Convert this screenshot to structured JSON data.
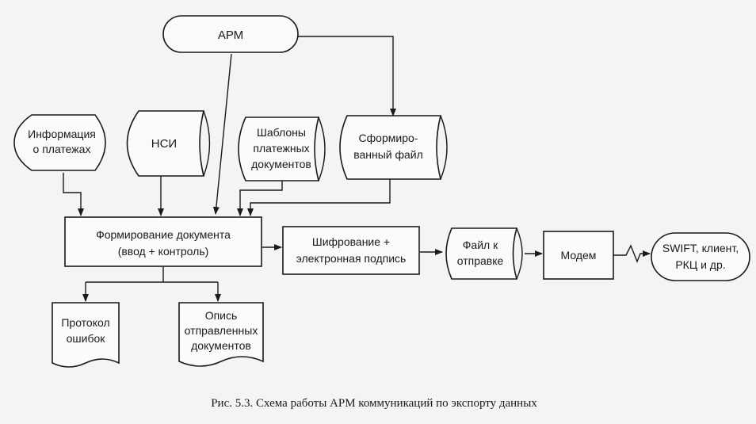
{
  "diagram": {
    "nodes": {
      "arm": {
        "lines": [
          "АРМ"
        ]
      },
      "payment_info": {
        "lines": [
          "Информация",
          "о платежах"
        ]
      },
      "nsi": {
        "lines": [
          "НСИ"
        ]
      },
      "templates": {
        "lines": [
          "Шаблоны",
          "платежных",
          "документов"
        ]
      },
      "formed_file": {
        "lines": [
          "Сформиро-",
          "ванный файл"
        ]
      },
      "doc_formation": {
        "lines": [
          "Формирование документа",
          "(ввод + контроль)"
        ]
      },
      "encryption": {
        "lines": [
          "Шифрование +",
          "электронная подпись"
        ]
      },
      "file_to_send": {
        "lines": [
          "Файл к",
          "отправке"
        ]
      },
      "modem": {
        "lines": [
          "Модем"
        ]
      },
      "external": {
        "lines": [
          "SWIFT, клиент,",
          "РКЦ и др."
        ]
      },
      "error_log": {
        "lines": [
          "Протокол",
          "ошибок"
        ]
      },
      "sent_inventory": {
        "lines": [
          "Опись",
          "отправленных",
          "документов"
        ]
      }
    },
    "caption": "Рис. 5.3. Схема работы АРМ коммуникаций по экспорту данных"
  }
}
